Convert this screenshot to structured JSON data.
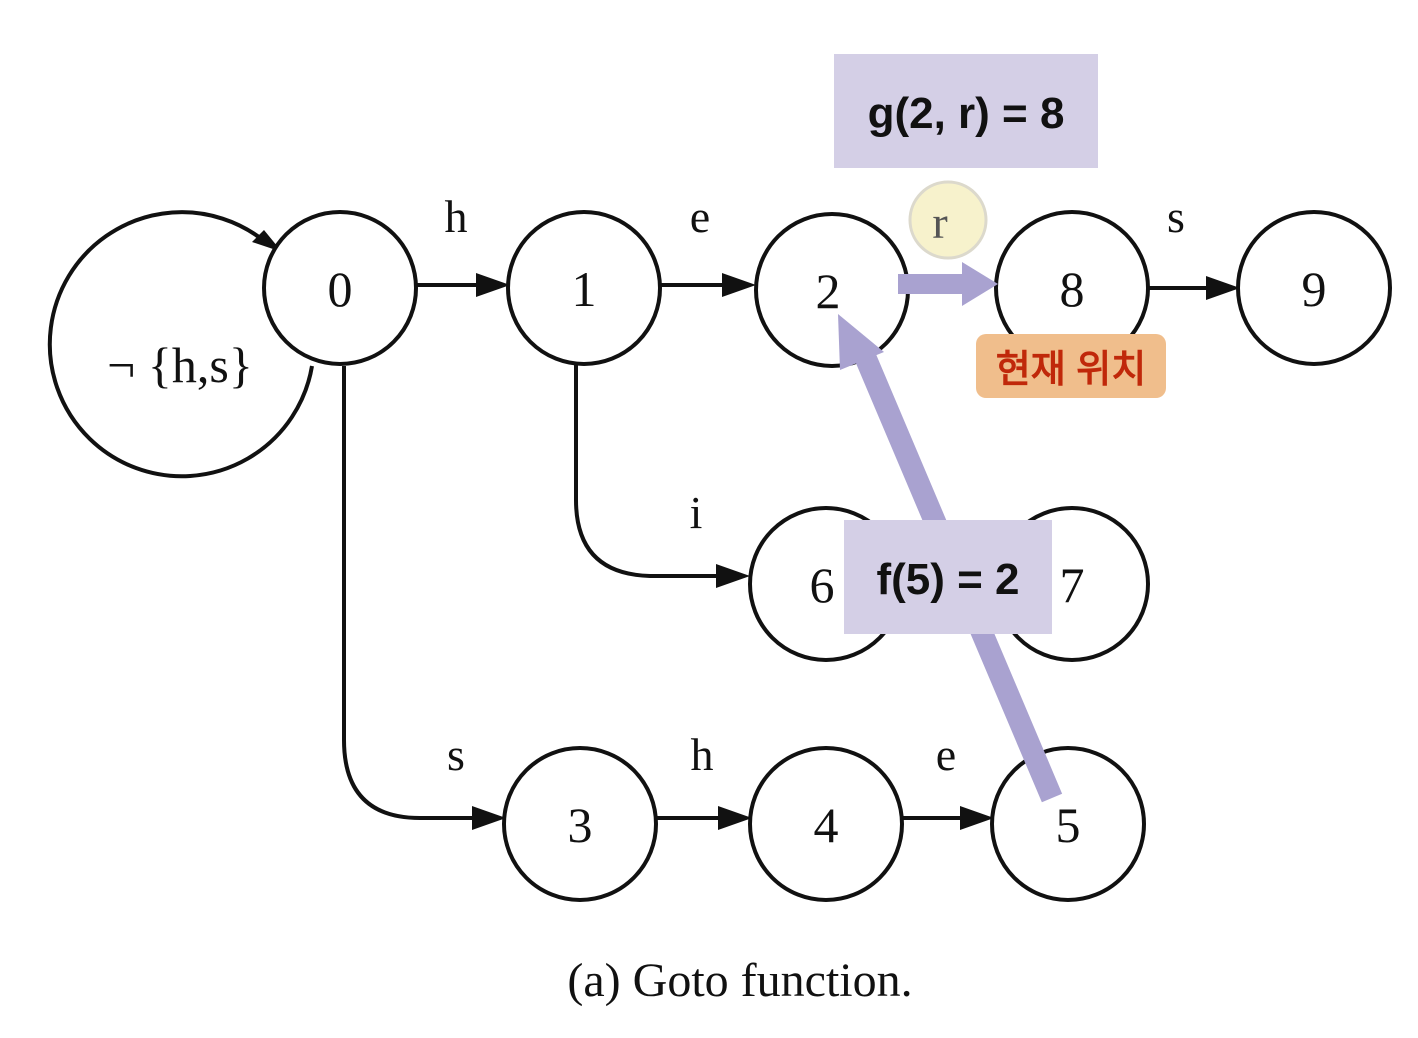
{
  "nodes": [
    "0",
    "1",
    "2",
    "3",
    "4",
    "5",
    "6",
    "7",
    "8",
    "9"
  ],
  "self_loop_label": "¬ {h,s}",
  "edge_labels": {
    "h_0_1": "h",
    "e_1_2": "e",
    "s_8_9": "s",
    "i_1_6": "i",
    "s_0_3": "s",
    "h_3_4": "h",
    "e_4_5": "e"
  },
  "caption": "(a)  Goto function.",
  "annotations": {
    "goto_label": "g(2, r) = 8",
    "input_char": "r",
    "current_position": "현재 위치",
    "failure_label": "f(5) = 2"
  },
  "colors": {
    "annotation_fill": "#d4cfe6",
    "arrow": "#a9a2d0",
    "position_badge": "#f0be8c",
    "position_text": "#c0280a",
    "input_char_fill": "#f7f2cc"
  }
}
